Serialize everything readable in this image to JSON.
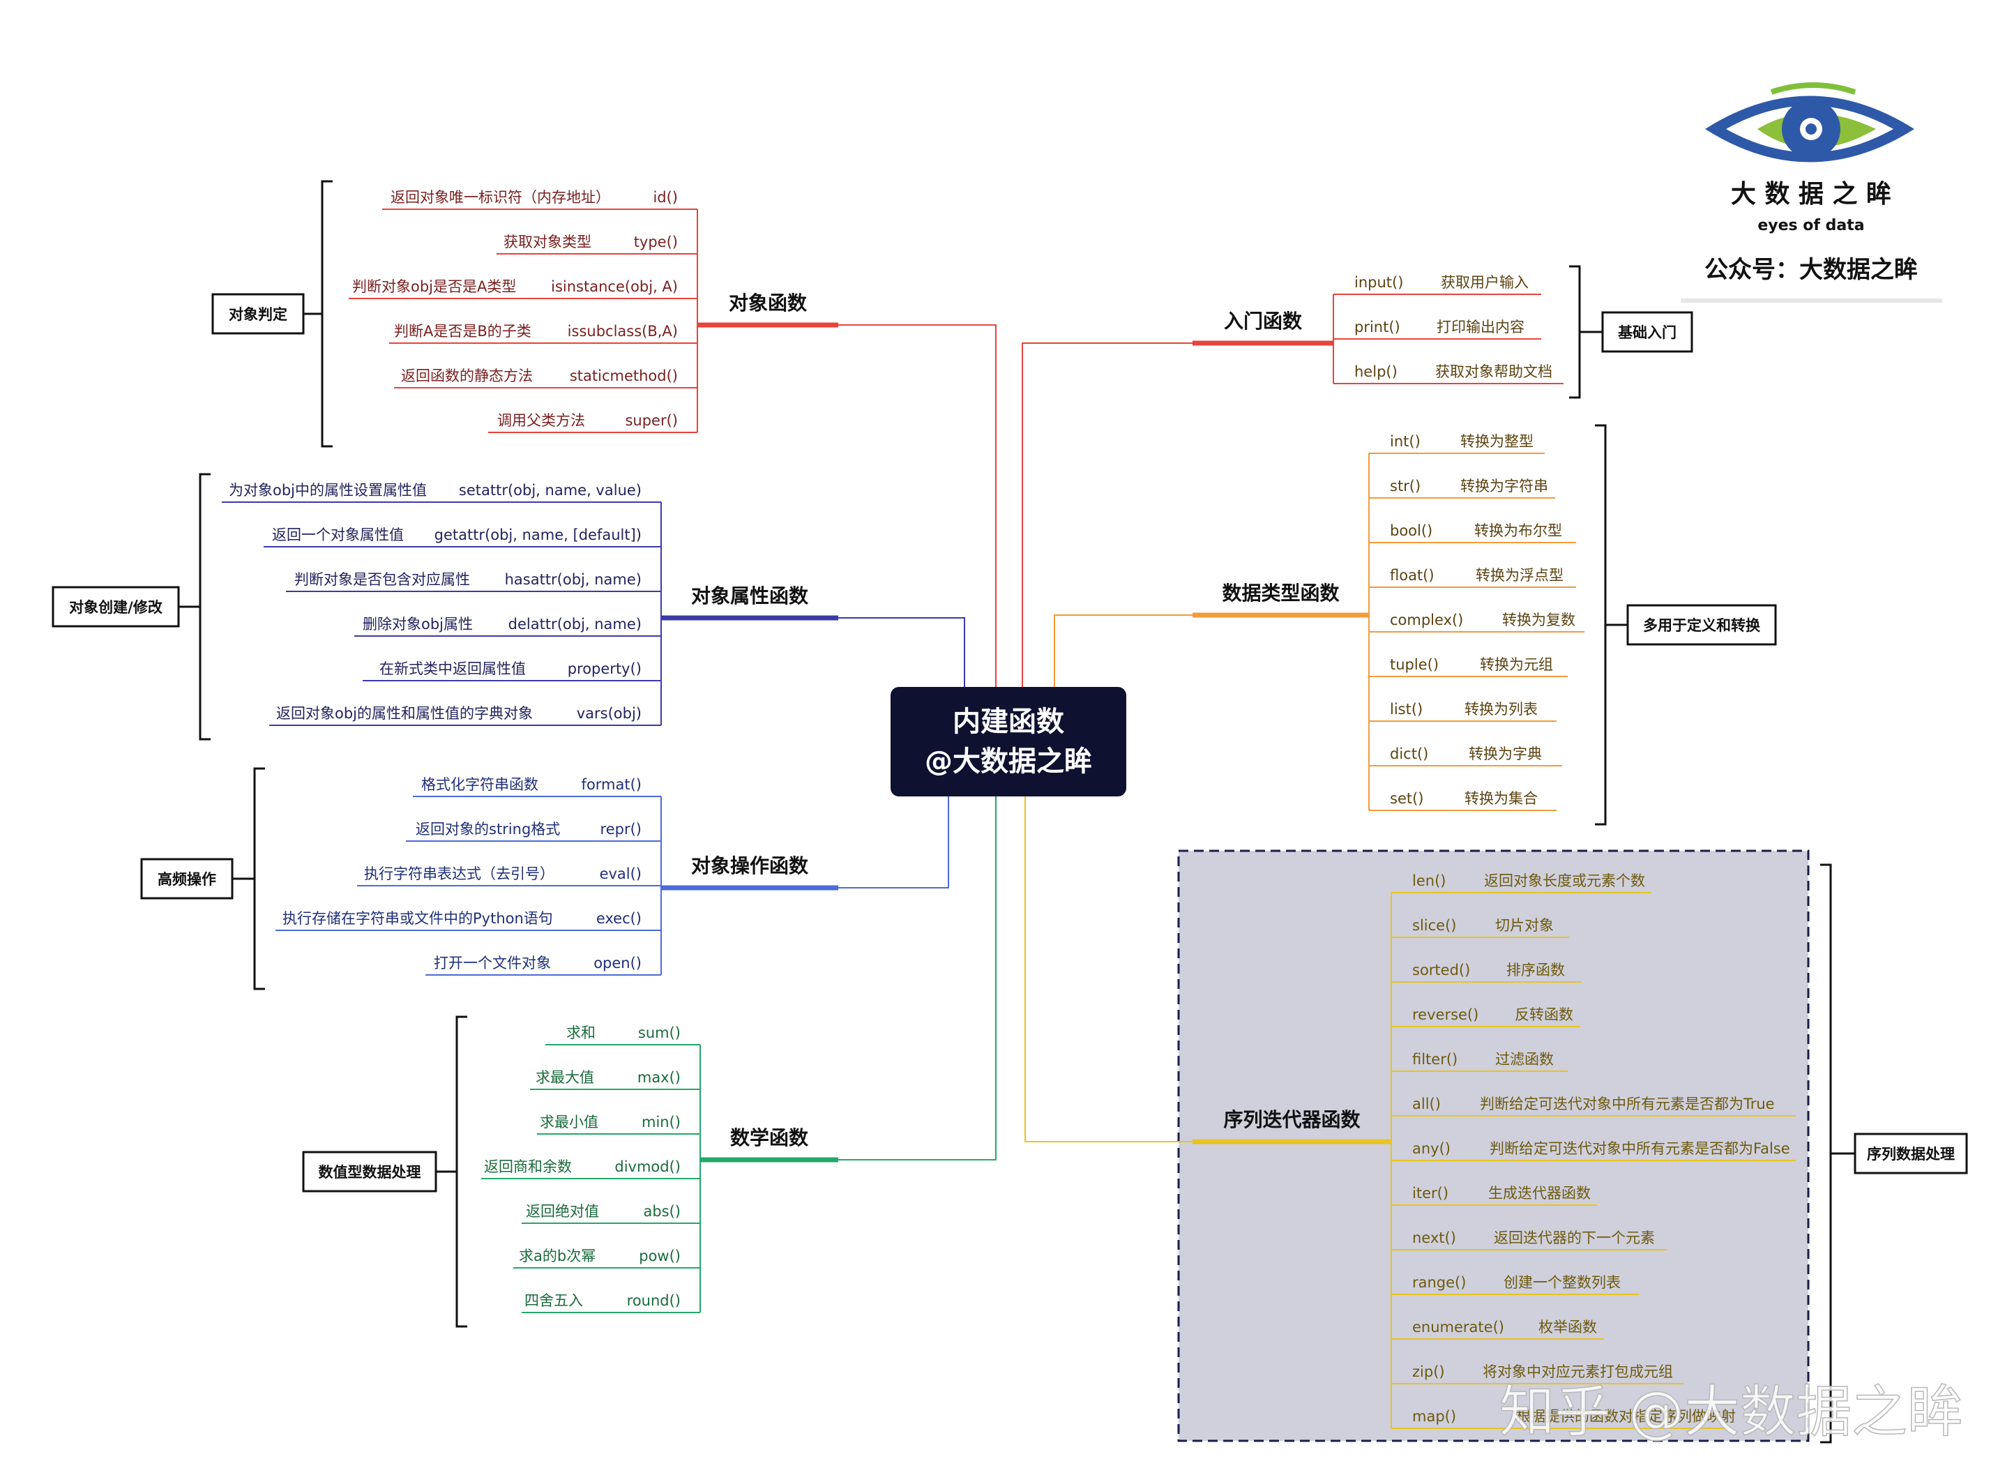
{
  "center": {
    "line1": "内建函数",
    "line2": "@大数据之眸"
  },
  "logo": {
    "brand_cn": "大 数 据 之 眸",
    "brand_en": "eyes of data",
    "account": "公众号：大数据之眸"
  },
  "watermark": "知乎 @大数据之眸",
  "colors": {
    "red": "#e8433c",
    "indigo": "#3c3aa8",
    "blue": "#4b6bd6",
    "green": "#23a86a",
    "orange": "#f29b3c",
    "yellow": "#e8c41e",
    "darkred": "#7a1f1f",
    "navy": "#23235e",
    "darkblue": "#1f2f7a",
    "darkgreen": "#1a6b3c",
    "brown": "#5c4311",
    "olive": "#6e5a0e",
    "center_bg": "#0e1130",
    "panel_bg": "#cfd0dc"
  },
  "branches": {
    "obj_func": {
      "title": "对象函数",
      "category": "对象判定",
      "items": [
        {
          "desc": "返回对象唯一标识符（内存地址）",
          "func": "id()"
        },
        {
          "desc": "获取对象类型",
          "func": "type()"
        },
        {
          "desc": "判断对象obj是否是A类型",
          "func": "isinstance(obj, A)"
        },
        {
          "desc": "判断A是否是B的子类",
          "func": "issubclass(B,A)"
        },
        {
          "desc": "返回函数的静态方法",
          "func": "staticmethod()"
        },
        {
          "desc": "调用父类方法",
          "func": "super()"
        }
      ]
    },
    "attr_func": {
      "title": "对象属性函数",
      "category": "对象创建/修改",
      "items": [
        {
          "desc": "为对象obj中的属性设置属性值",
          "func": "setattr(obj, name, value)"
        },
        {
          "desc": "返回一个对象属性值",
          "func": "getattr(obj, name, [default])"
        },
        {
          "desc": "判断对象是否包含对应属性",
          "func": "hasattr(obj, name)"
        },
        {
          "desc": "删除对象obj属性",
          "func": "delattr(obj, name)"
        },
        {
          "desc": "在新式类中返回属性值",
          "func": "property()"
        },
        {
          "desc": "返回对象obj的属性和属性值的字典对象",
          "func": "vars(obj)"
        }
      ]
    },
    "op_func": {
      "title": "对象操作函数",
      "category": "高频操作",
      "items": [
        {
          "desc": "格式化字符串函数",
          "func": "format()"
        },
        {
          "desc": "返回对象的string格式",
          "func": "repr()"
        },
        {
          "desc": "执行字符串表达式（去引号）",
          "func": "eval()"
        },
        {
          "desc": "执行存储在字符串或文件中的Python语句",
          "func": "exec()"
        },
        {
          "desc": "打开一个文件对象",
          "func": "open()"
        }
      ]
    },
    "math_func": {
      "title": "数学函数",
      "category": "数值型数据处理",
      "items": [
        {
          "desc": "求和",
          "func": "sum()"
        },
        {
          "desc": "求最大值",
          "func": "max()"
        },
        {
          "desc": "求最小值",
          "func": "min()"
        },
        {
          "desc": "返回商和余数",
          "func": "divmod()"
        },
        {
          "desc": "返回绝对值",
          "func": "abs()"
        },
        {
          "desc": "求a的b次幂",
          "func": "pow()"
        },
        {
          "desc": "四舍五入",
          "func": "round()"
        }
      ]
    },
    "intro_func": {
      "title": "入门函数",
      "category": "基础入门",
      "items": [
        {
          "func": "input()",
          "desc": "获取用户输入"
        },
        {
          "func": "print()",
          "desc": "打印输出内容"
        },
        {
          "func": "help()",
          "desc": "获取对象帮助文档"
        }
      ]
    },
    "type_func": {
      "title": "数据类型函数",
      "category": "多用于定义和转换",
      "items": [
        {
          "func": "int()",
          "desc": "转换为整型"
        },
        {
          "func": "str()",
          "desc": "转换为字符串"
        },
        {
          "func": "bool()",
          "desc": "转换为布尔型"
        },
        {
          "func": "float()",
          "desc": "转换为浮点型"
        },
        {
          "func": "complex()",
          "desc": "转换为复数"
        },
        {
          "func": "tuple()",
          "desc": "转换为元组"
        },
        {
          "func": "list()",
          "desc": "转换为列表"
        },
        {
          "func": "dict()",
          "desc": "转换为字典"
        },
        {
          "func": "set()",
          "desc": "转换为集合"
        }
      ]
    },
    "seq_func": {
      "title": "序列迭代器函数",
      "category": "序列数据处理",
      "items": [
        {
          "func": "len()",
          "desc": "返回对象长度或元素个数"
        },
        {
          "func": "slice()",
          "desc": "切片对象"
        },
        {
          "func": "sorted()",
          "desc": "排序函数"
        },
        {
          "func": "reverse()",
          "desc": "反转函数"
        },
        {
          "func": "filter()",
          "desc": "过滤函数"
        },
        {
          "func": "all()",
          "desc": "判断给定可迭代对象中所有元素是否都为True"
        },
        {
          "func": "any()",
          "desc": "判断给定可迭代对象中所有元素是否都为False"
        },
        {
          "func": "iter()",
          "desc": "生成迭代器函数"
        },
        {
          "func": "next()",
          "desc": "返回迭代器的下一个元素"
        },
        {
          "func": "range()",
          "desc": "创建一个整数列表"
        },
        {
          "func": "enumerate()",
          "desc": "枚举函数"
        },
        {
          "func": "zip()",
          "desc": "将对象中对应元素打包成元组"
        },
        {
          "func": "map()",
          "desc": "根据提供的函数对指定序列做映射"
        }
      ]
    }
  }
}
